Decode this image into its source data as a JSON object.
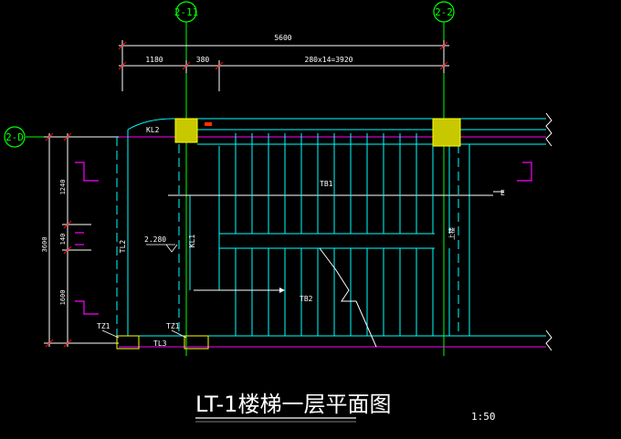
{
  "axes": {
    "top_left": "2-11",
    "top_right": "2-2",
    "left": "2-D"
  },
  "dimensions": {
    "overall": "5600",
    "seg1": "1180",
    "seg2": "380",
    "seg3": "280x14=3920",
    "left_top": "1240",
    "left_mid": "140",
    "left_bottom": "1600",
    "left_total": "3600"
  },
  "labels": {
    "kl2": "KL2",
    "tb1": "TB1",
    "tb2": "TB2",
    "tl2": "TL2",
    "kl1": "KL1",
    "tl3": "TL3",
    "tz1_left": "TZ1",
    "tz1_mid": "TZ1",
    "level": "2.280",
    "right_note": "上楼",
    "arrow_tag": "E"
  },
  "title": {
    "main": "LT-1楼梯一层平面图",
    "scale": "1:50"
  },
  "colors": {
    "background": "#000000",
    "cyan": "#00ffff",
    "green": "#00ff00",
    "magenta": "#ff00ff",
    "white": "#ffffff",
    "yellow": "#c8c800",
    "red": "#ff0000"
  }
}
